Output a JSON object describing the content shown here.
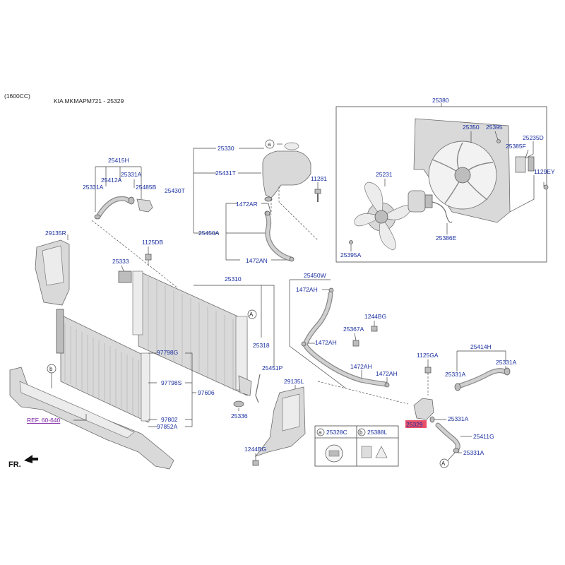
{
  "header": {
    "engine": "(1600CC)",
    "catalog": "KIA MKMAPM721 - 25329"
  },
  "orientation": "FR.",
  "ref_link": "REF. 60-640",
  "callouts": [
    "A",
    "a",
    "b"
  ],
  "legend": {
    "a_part": "25328C",
    "b_part": "25388L"
  },
  "highlight_color": "#e8506a",
  "parts": {
    "p25380": "25380",
    "p25350": "25350",
    "p25395": "25395",
    "p25235D": "25235D",
    "p25385F": "25385F",
    "p25231": "25231",
    "p1129EY": "1129EY",
    "p25386E": "25386E",
    "p25395A": "25395A",
    "p25330": "25330",
    "p25431T": "25431T",
    "p25430T": "25430T",
    "p11281": "11281",
    "p1472AR": "1472AR",
    "p25450A": "25450A",
    "p1472AN": "1472AN",
    "p25415H": "25415H",
    "p25412A": "25412A",
    "p25331A_1": "25331A",
    "p25331A_2": "25331A",
    "p25485B": "25485B",
    "p29135R": "29135R",
    "p1125DB": "1125DB",
    "p25333": "25333",
    "p25310": "25310",
    "p25450W": "25450W",
    "p1472AH_1": "1472AH",
    "p1244BG_1": "1244BG",
    "p25367A": "25367A",
    "p1472AH_2": "1472AH",
    "p25318": "25318",
    "p25451P": "25451P",
    "p1472AH_3": "1472AH",
    "p1472AH_4": "1472AH",
    "p97798G": "97798G",
    "p97798S": "97798S",
    "p97606": "97606",
    "p97802": "97802",
    "p97852A": "97852A",
    "p25336": "25336",
    "p29135L": "29135L",
    "p1244BG_2": "1244BG",
    "p1125GA": "1125GA",
    "p25414H": "25414H",
    "p25331A_3": "25331A",
    "p25331A_4": "25331A",
    "p25329": "25329",
    "p25331A_5": "25331A",
    "p25411G": "25411G",
    "p25331A_6": "25331A"
  }
}
